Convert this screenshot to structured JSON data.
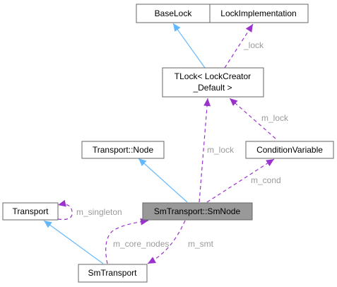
{
  "nodes": {
    "baselock": "BaseLock",
    "lockimpl": "LockImplementation",
    "tlock_line1": "TLock< LockCreator",
    "tlock_line2": "_Default >",
    "transport_node": "Transport::Node",
    "condvar": "ConditionVariable",
    "transport": "Transport",
    "smnode": "SmTransport::SmNode",
    "smtransport": "SmTransport"
  },
  "edge_labels": {
    "lock_impl": "_lock",
    "cond_lock": "m_lock",
    "node_lock": "m_lock",
    "cond": "m_cond",
    "singleton": "m_singleton",
    "core_nodes": "m_core_nodes",
    "smt": "m_smt"
  },
  "colors": {
    "inheritance": "#63b8ff",
    "usage": "#9a32cd",
    "focus_fill": "#999999",
    "label_gray": "#9a9a9a"
  }
}
